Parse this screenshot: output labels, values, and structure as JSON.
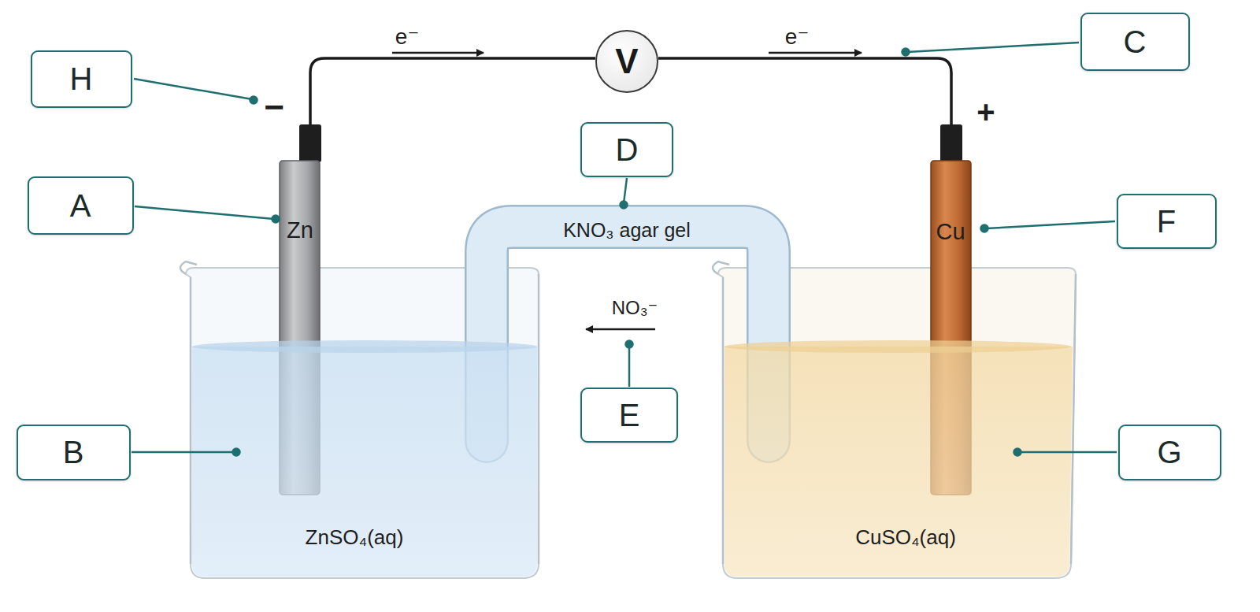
{
  "diagram": {
    "nodes": [
      {
        "text": [
          "H"
        ]
      },
      {
        "text": [
          "V"
        ]
      },
      {
        "text": [
          "C"
        ]
      },
      {
        "text": [
          "D"
        ]
      },
      {
        "text": [
          "A"
        ]
      },
      {
        "text": [
          "F"
        ]
      },
      {
        "text": [
          "E"
        ]
      },
      {
        "text": [
          "B"
        ]
      },
      {
        "text": [
          "G"
        ]
      }
    ],
    "labels": [
      "e⁻",
      "e⁻",
      "−",
      "+",
      "Zn",
      "KNO₃ agar gel",
      "Cu",
      "NO₃⁻",
      "ZnSO₄(aq)",
      "CuSO₄(aq)"
    ]
  }
}
